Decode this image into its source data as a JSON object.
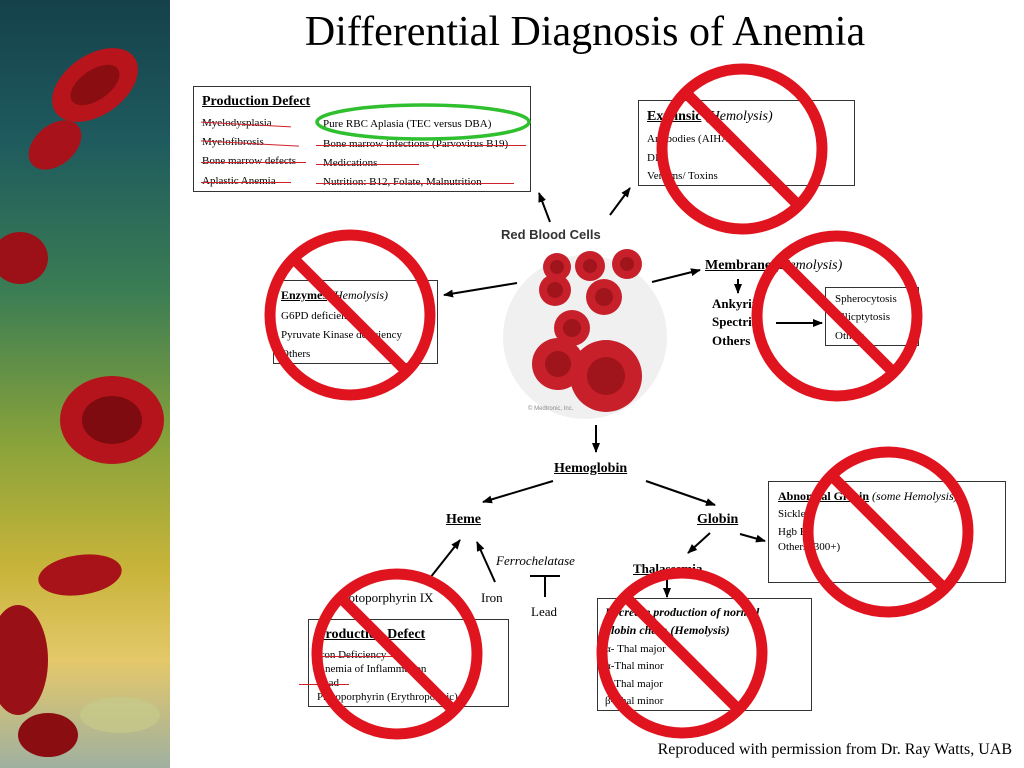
{
  "title": "Differential Diagnosis of Anemia",
  "center_image_label": "Red Blood Cells",
  "center_image_credit": "© Medtronic, Inc.",
  "production_defect_top": {
    "heading": "Production Defect",
    "left_items": [
      "Myelodysplasia",
      "Myelofibrosis",
      "Bone marrow defects",
      "Aplastic Anemia"
    ],
    "right_items": [
      "Pure RBC Aplasia (TEC versus DBA)",
      "Bone marrow infections (Parvovirus B19)",
      "Medications",
      "Nutrition: B12, Folate, Malnutrition"
    ]
  },
  "extrinsic": {
    "heading": "Extrinsic",
    "heading_note": "(Hemolysis)",
    "items": [
      "Antibodies (AIHA)",
      "DIC",
      "Venoms/ Toxins"
    ]
  },
  "enzymes": {
    "heading": "Enzymes",
    "heading_note": "(Hemolysis)",
    "items": [
      "G6PD deficiency",
      "Pyruvate Kinase deficiency",
      "Others"
    ]
  },
  "membrane": {
    "heading": "Membrane",
    "heading_note": "(Hemolysis)",
    "proteins": [
      "Ankyrin",
      "Spectrin",
      "Others"
    ],
    "box_items": [
      "Spherocytosis",
      "Ellicptytosis",
      "Others"
    ]
  },
  "hemoglobin": "Hemoglobin",
  "heme": "Heme",
  "globin": "Globin",
  "ferrochelatase": "Ferrochelatase",
  "protoporphyrin": "Protoporphyrin IX",
  "iron": "Iron",
  "lead": "Lead",
  "thalassemia": "Thalassemia",
  "abnormal_globin": {
    "heading": "Abnormal Globin",
    "heading_note": "(some Hemolysis)",
    "items": [
      "Sickle",
      "Hgb E",
      "Others (300+)"
    ]
  },
  "production_defect_bottom": {
    "heading": "Production Defect",
    "items": [
      "Iron Deficiency",
      "Anemia of Inflammation",
      "Lead",
      "Protoporphyrin (Erythropoietic)"
    ]
  },
  "thalassemia_box": {
    "heading_line1": "Decrease production of normal",
    "heading_line2": "globin chain (Hemolysis)",
    "items": [
      "α- Thal major",
      "α-Thal minor",
      "β-Thal major",
      "β-Thal minor"
    ]
  },
  "footer": "Reproduced with permission from Dr. Ray Watts, UAB",
  "colors": {
    "prohibition_red": "#e0141e",
    "highlight_green": "#2fbf2f",
    "strike_red": "#d0202a"
  }
}
